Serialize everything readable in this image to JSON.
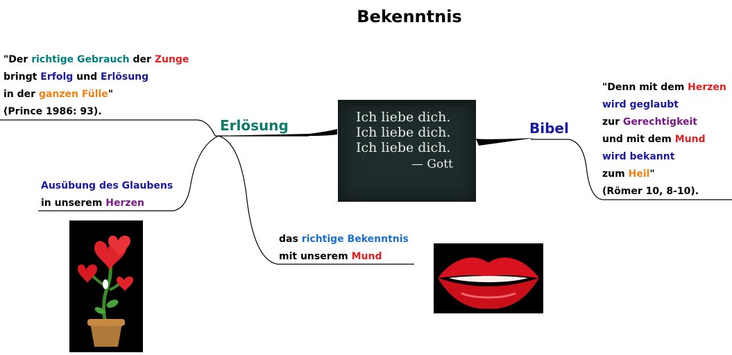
{
  "title": "Bekenntnis",
  "branches": {
    "left": "Erlösung",
    "right": "Bibel"
  },
  "quote_left": {
    "line1": [
      {
        "t": "\"Der ",
        "c": "#000000"
      },
      {
        "t": "richtige Gebrauch",
        "c": "#008080"
      },
      {
        "t": " der ",
        "c": "#000000"
      },
      {
        "t": "Zunge",
        "c": "#e02020"
      }
    ],
    "line2": [
      {
        "t": "bringt ",
        "c": "#000000"
      },
      {
        "t": "Erfolg",
        "c": "#1a1aa0"
      },
      {
        "t": " und ",
        "c": "#000000"
      },
      {
        "t": "Erlösung",
        "c": "#1a1aa0"
      }
    ],
    "line3": [
      {
        "t": "in der ",
        "c": "#000000"
      },
      {
        "t": "ganzen Fülle",
        "c": "#f08010"
      },
      {
        "t": "\"",
        "c": "#000000"
      }
    ],
    "line4": [
      {
        "t": "(Prince 1986: 93).",
        "c": "#000000"
      }
    ]
  },
  "faith": {
    "line1": [
      {
        "t": "Ausübung des Glaubens",
        "c": "#1a1aa0"
      }
    ],
    "line2": [
      {
        "t": "in unserem ",
        "c": "#000000"
      },
      {
        "t": "Herzen",
        "c": "#7a1a8a"
      }
    ]
  },
  "confession": {
    "line1": [
      {
        "t": "das ",
        "c": "#000000"
      },
      {
        "t": "richtige Bekenntnis",
        "c": "#1a6fd6"
      }
    ],
    "line2": [
      {
        "t": "mit unserem ",
        "c": "#000000"
      },
      {
        "t": "Mund",
        "c": "#e02020"
      }
    ]
  },
  "quote_right": {
    "line1": [
      {
        "t": "\"Denn mit dem ",
        "c": "#000000"
      },
      {
        "t": "Herzen",
        "c": "#e02020"
      }
    ],
    "line2": [
      {
        "t": "wird geglaubt",
        "c": "#1a1aa0"
      }
    ],
    "line3": [
      {
        "t": "zur ",
        "c": "#000000"
      },
      {
        "t": "Gerechtigkeit",
        "c": "#7a1a8a"
      }
    ],
    "line4": [
      {
        "t": "und mit dem ",
        "c": "#000000"
      },
      {
        "t": "Mund",
        "c": "#e02020"
      }
    ],
    "line5": [
      {
        "t": "wird bekannt",
        "c": "#1a1aa0"
      }
    ],
    "line6": [
      {
        "t": "zum ",
        "c": "#000000"
      },
      {
        "t": "Heil",
        "c": "#f08010"
      },
      {
        "t": "\"",
        "c": "#000000"
      }
    ],
    "line7": [
      {
        "t": "(Römer 10, 8-10).",
        "c": "#000000"
      }
    ]
  },
  "center_image": {
    "lines": [
      "Ich liebe dich.",
      "Ich liebe dich.",
      "Ich liebe dich."
    ],
    "signature": "— Gott"
  },
  "colors": {
    "branch_left": "#0d7a6a",
    "branch_right": "#1a1aa0",
    "board": "#1f2c2c",
    "lips": "#d8131f"
  }
}
